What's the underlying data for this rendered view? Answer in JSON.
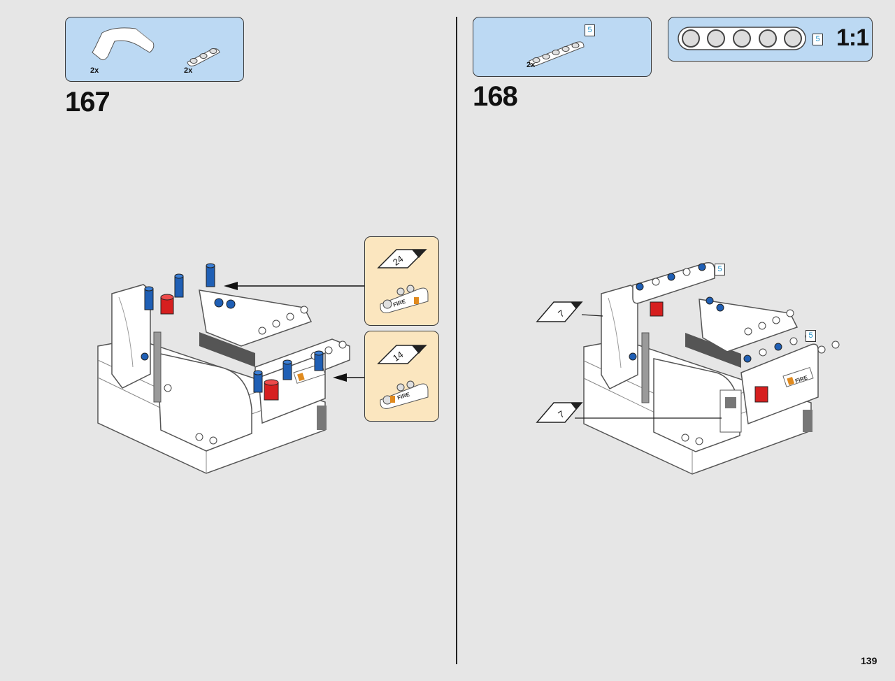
{
  "page": {
    "number": "139"
  },
  "step_167": {
    "number": "167",
    "parts": [
      {
        "qty": "2x",
        "icon": "white-curved-panel-icon"
      },
      {
        "qty": "2x",
        "icon": "white-liftarm-3-icon"
      }
    ],
    "callouts": [
      {
        "sticker_number": "24",
        "sticker_text": "FIRE",
        "icon": "liftarm-fire-sticker-icon"
      },
      {
        "sticker_number": "14",
        "sticker_text": "FIRE",
        "icon": "liftarm-fire-sticker-icon"
      }
    ]
  },
  "step_168": {
    "number": "168",
    "parts": [
      {
        "qty": "2x",
        "icon": "white-liftarm-5-icon",
        "length_label": "5"
      }
    ],
    "scale_box": {
      "length_label": "5",
      "ratio": "1:1",
      "icon": "liftarm-5-scale-icon"
    },
    "model_labels": [
      "5",
      "5"
    ],
    "stickers": [
      {
        "sticker_number": "7"
      },
      {
        "sticker_number": "7"
      }
    ],
    "sticker_text": "FIRE"
  },
  "colors": {
    "parts_box": "#bcd9f3",
    "callout_box": "#fbe6bf",
    "page_bg": "#e6e6e6",
    "blue_pin": "#1f5fb5",
    "red_pin": "#d61f1f",
    "sticker_orange": "#e08a1e"
  }
}
